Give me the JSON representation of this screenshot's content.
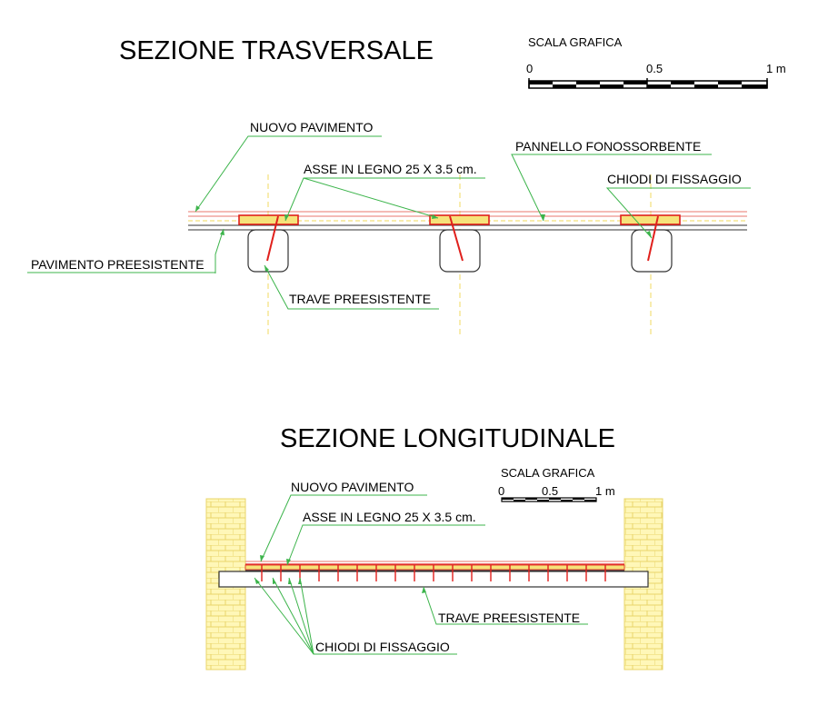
{
  "colors": {
    "leader": "#3cb44b",
    "board_fill": "#f6e27a",
    "board_stroke": "#e0201c",
    "nail": "#e0201c",
    "axis": "#f3e07a",
    "brick_fill": "#fff7b8",
    "brick_line": "#e8d46a",
    "floor_red": "#e8776e"
  },
  "transversal": {
    "title": "SEZIONE TRASVERSALE",
    "scale": {
      "title": "SCALA GRAFICA",
      "ticks": [
        "0",
        "0.5",
        "1 m"
      ]
    },
    "labels": {
      "new_floor": "NUOVO  PAVIMENTO",
      "boards": "ASSE IN LEGNO 25 X 3.5 cm.",
      "panel": "PANNELLO FONOSSORBENTE",
      "nails": "CHIODI DI FISSAGGIO",
      "old_floor": "PAVIMENTO PREESISTENTE",
      "beam": "TRAVE PREESISTENTE"
    }
  },
  "longitudinal": {
    "title": "SEZIONE LONGITUDINALE",
    "scale": {
      "title": "SCALA GRAFICA",
      "ticks": [
        "0",
        "0.5",
        "1 m"
      ]
    },
    "labels": {
      "new_floor": "NUOVO  PAVIMENTO",
      "boards": "ASSE IN LEGNO 25 X 3.5 cm.",
      "beam": "TRAVE PREESISTENTE",
      "nails": "CHIODI DI FISSAGGIO"
    }
  }
}
